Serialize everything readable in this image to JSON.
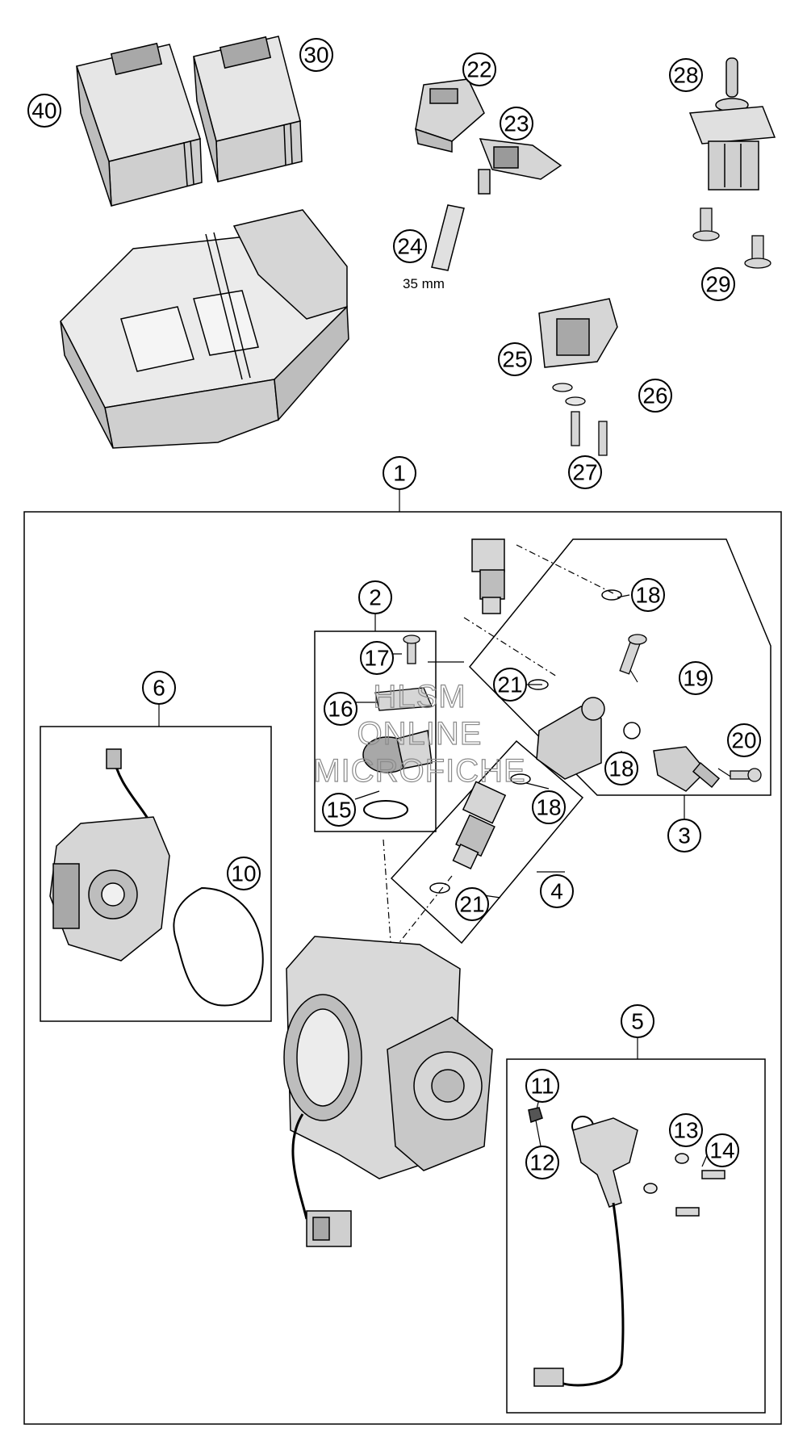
{
  "callouts": {
    "c1": "1",
    "c2": "2",
    "c3": "3",
    "c4": "4",
    "c5": "5",
    "c6": "6",
    "c10": "10",
    "c11": "11",
    "c12": "12",
    "c13": "13",
    "c14": "14",
    "c15": "15",
    "c16": "16",
    "c17": "17",
    "c18a": "18",
    "c18b": "18",
    "c18c": "18",
    "c19": "19",
    "c20": "20",
    "c21a": "21",
    "c21b": "21",
    "c22": "22",
    "c23": "23",
    "c24": "24",
    "c25": "25",
    "c26": "26",
    "c27": "27",
    "c28": "28",
    "c29": "29",
    "c30": "30",
    "c40": "40"
  },
  "hose_length_label": "35 mm",
  "watermark": {
    "line1": "HLSM",
    "line2": "ONLINE",
    "line3": "MICROFICHE"
  },
  "colors": {
    "line": "#000000",
    "part_fill": "#d9d9d9",
    "part_dark": "#a8a8a8",
    "watermark": "#8a8a8a"
  }
}
